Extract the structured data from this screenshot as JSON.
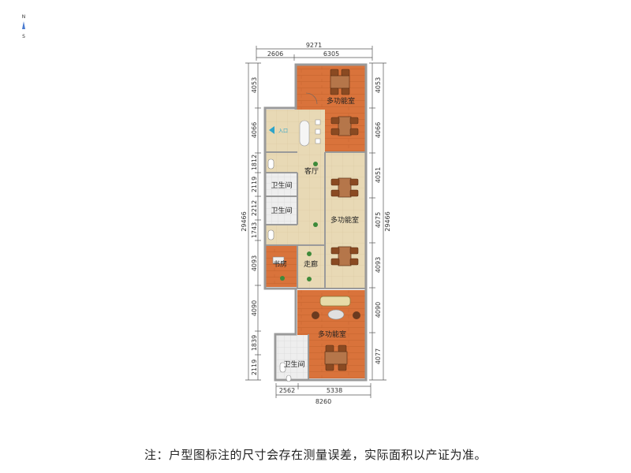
{
  "compass": {
    "north": "N",
    "south": "S"
  },
  "dimensions": {
    "top_total": "9271",
    "top_left": "2606",
    "top_right": "6305",
    "bottom_total": "8260",
    "bottom_left": "2562",
    "bottom_right": "5338",
    "left_total": "29466",
    "right_total": "29466",
    "left_segments": [
      "4053",
      "4066",
      "1812",
      "2119",
      "2212",
      "1743",
      "4093",
      "4090",
      "1839",
      "2119"
    ],
    "right_segments": [
      "4053",
      "4066",
      "4051",
      "4075",
      "4093",
      "4090",
      "4077"
    ]
  },
  "rooms": {
    "multi_top": "多功能室",
    "living": "客厅",
    "entrance": "入口",
    "bath1": "卫生间",
    "bath2": "卫生间",
    "multi_mid": "多功能室",
    "study": "书房",
    "corridor": "走廊",
    "multi_bottom": "多功能室",
    "bath3": "卫生间"
  },
  "colors": {
    "wood_floor": "#d9733b",
    "tile_floor": "#e8d9b5",
    "bath_floor": "#eeeeee",
    "wall": "#9a9a9a"
  },
  "note": "注：户型图标注的尺寸会存在测量误差，实际面积以产证为准。"
}
